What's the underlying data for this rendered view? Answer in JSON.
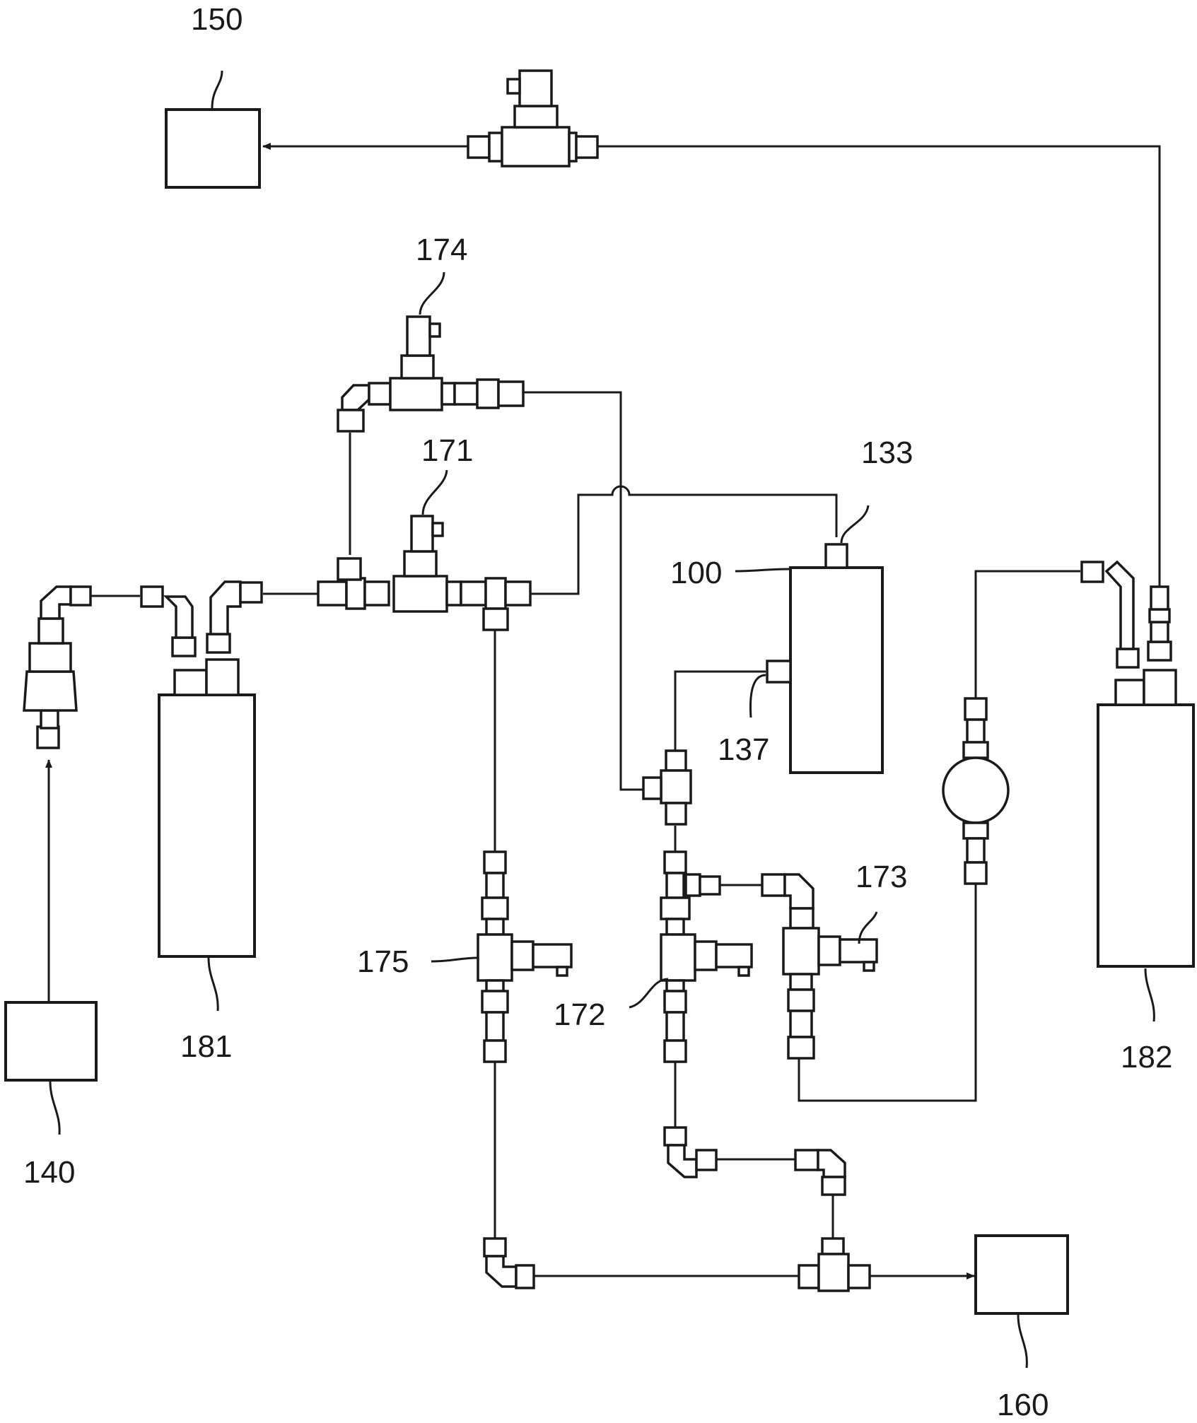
{
  "labels": {
    "l150": "150",
    "l174": "174",
    "l171": "171",
    "l133": "133",
    "l100": "100",
    "l137": "137",
    "l173": "173",
    "l175": "175",
    "l172": "172",
    "l181": "181",
    "l182": "182",
    "l140": "140",
    "l160": "160"
  },
  "colors": {
    "ink": "#1a1a1a",
    "background": "#ffffff"
  }
}
